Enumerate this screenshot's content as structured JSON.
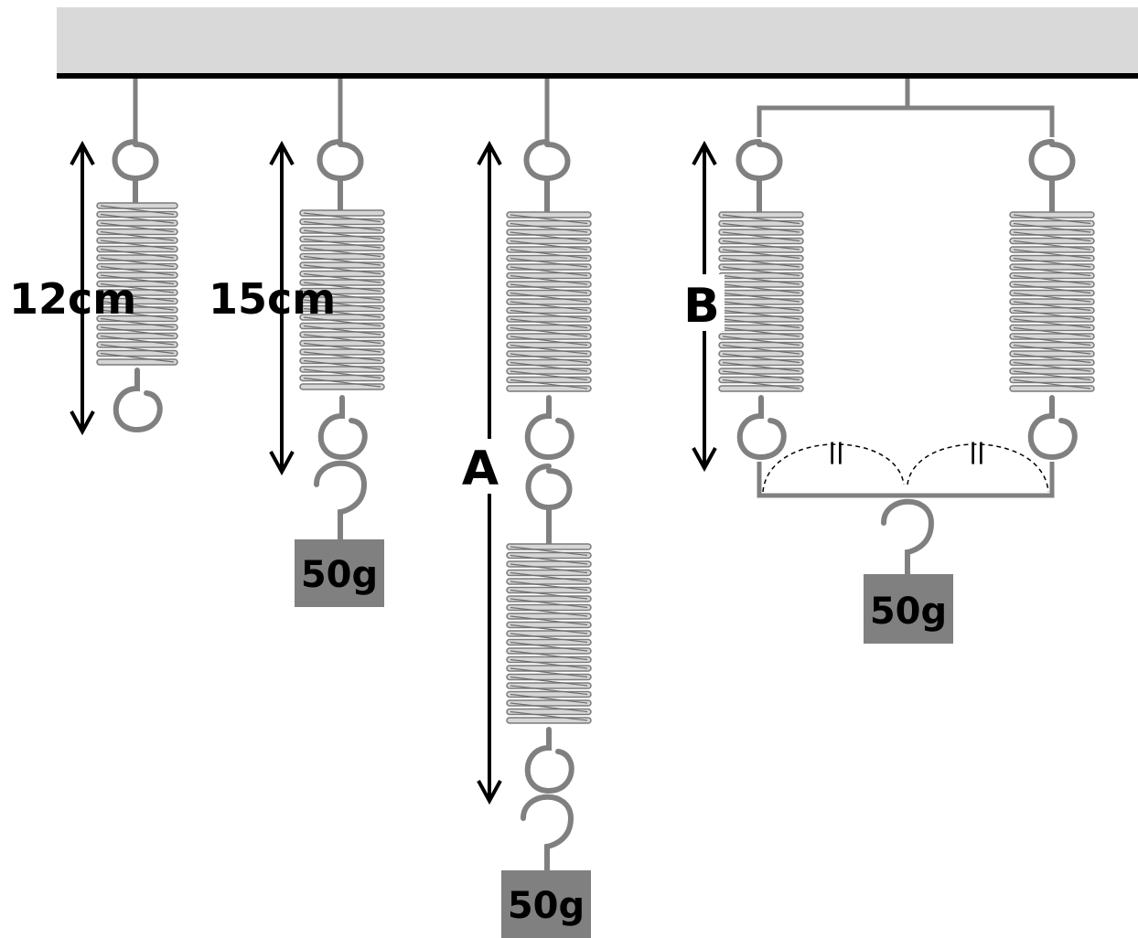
{
  "labels": {
    "length_natural": "12cm",
    "length_stretched": "15cm",
    "unknown_series": "A",
    "unknown_parallel": "B",
    "equal_mark_left": "||",
    "equal_mark_right": "||"
  },
  "weights": {
    "w1": "50g",
    "w2": "50g",
    "w3": "50g"
  },
  "colors": {
    "ceiling": "#d9d9d9",
    "ceiling_edge": "#000000",
    "metal": "#808080",
    "text": "#000000"
  }
}
